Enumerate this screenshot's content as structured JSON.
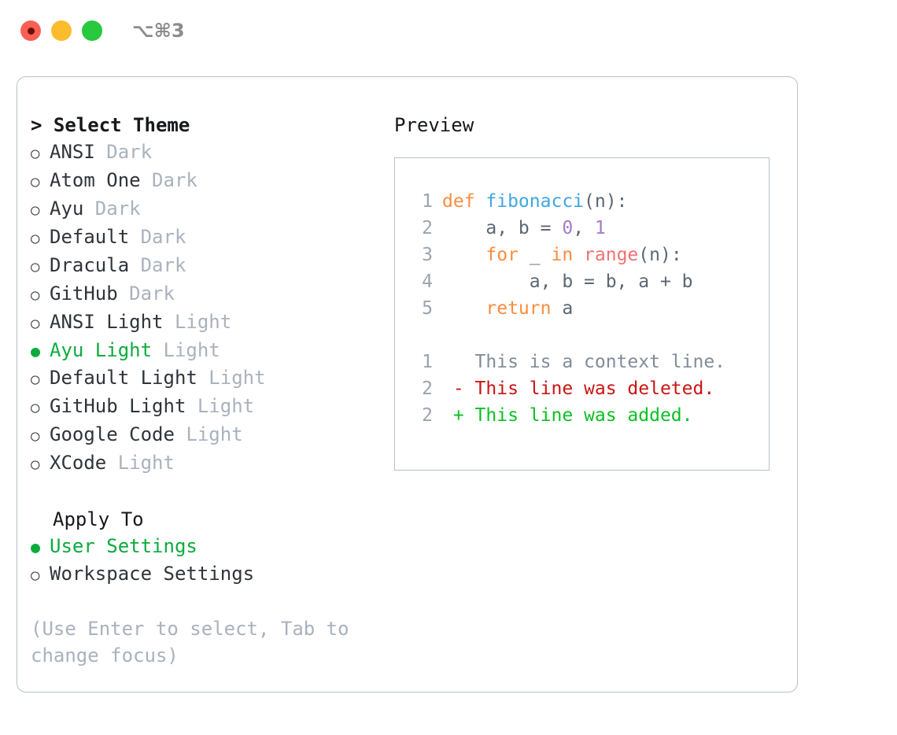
{
  "titlebar": {
    "shortcut": "⌥⌘3",
    "buttons": [
      {
        "name": "close",
        "color": "#fa5f55"
      },
      {
        "name": "minimize",
        "color": "#fdbc2e"
      },
      {
        "name": "maximize",
        "color": "#28c83f"
      }
    ]
  },
  "theme_list": {
    "prompt": ">",
    "title": "Select Theme",
    "marker_unselected": "○",
    "marker_selected": "●",
    "items": [
      {
        "name": "ANSI",
        "variant": "Dark",
        "selected": false
      },
      {
        "name": "Atom One",
        "variant": "Dark",
        "selected": false
      },
      {
        "name": "Ayu",
        "variant": "Dark",
        "selected": false
      },
      {
        "name": "Default",
        "variant": "Dark",
        "selected": false
      },
      {
        "name": "Dracula",
        "variant": "Dark",
        "selected": false
      },
      {
        "name": "GitHub",
        "variant": "Dark",
        "selected": false
      },
      {
        "name": "ANSI Light",
        "variant": "Light",
        "selected": false
      },
      {
        "name": "Ayu Light",
        "variant": "Light",
        "selected": true
      },
      {
        "name": "Default Light",
        "variant": "Light",
        "selected": false
      },
      {
        "name": "GitHub Light",
        "variant": "Light",
        "selected": false
      },
      {
        "name": "Google Code",
        "variant": "Light",
        "selected": false
      },
      {
        "name": "XCode",
        "variant": "Light",
        "selected": false
      }
    ]
  },
  "apply_to": {
    "title": "Apply To",
    "items": [
      {
        "name": "User Settings",
        "selected": true
      },
      {
        "name": "Workspace Settings",
        "selected": false
      }
    ]
  },
  "hint": "(Use Enter to select, Tab to change focus)",
  "preview": {
    "label": "Preview",
    "code_lines": [
      {
        "number": "1",
        "tokens": [
          {
            "text": "def ",
            "type": "kw"
          },
          {
            "text": "fibonacci",
            "type": "fn"
          },
          {
            "text": "(n):",
            "type": "punct"
          }
        ]
      },
      {
        "number": "2",
        "tokens": [
          {
            "text": "    a, b = ",
            "type": "plain"
          },
          {
            "text": "0",
            "type": "num"
          },
          {
            "text": ", ",
            "type": "plain"
          },
          {
            "text": "1",
            "type": "num"
          }
        ]
      },
      {
        "number": "3",
        "tokens": [
          {
            "text": "    ",
            "type": "plain"
          },
          {
            "text": "for",
            "type": "kw"
          },
          {
            "text": " _ ",
            "type": "plain"
          },
          {
            "text": "in",
            "type": "kw"
          },
          {
            "text": " ",
            "type": "plain"
          },
          {
            "text": "range",
            "type": "call"
          },
          {
            "text": "(n):",
            "type": "punct"
          }
        ]
      },
      {
        "number": "4",
        "tokens": [
          {
            "text": "        a, b = b, a + b",
            "type": "plain"
          }
        ]
      },
      {
        "number": "5",
        "tokens": [
          {
            "text": "    ",
            "type": "plain"
          },
          {
            "text": "return",
            "type": "kw"
          },
          {
            "text": " a",
            "type": "plain"
          }
        ]
      }
    ],
    "diff_lines": [
      {
        "number": "1",
        "marker": " ",
        "text": " This is a context line.",
        "type": "ctx"
      },
      {
        "number": "2",
        "marker": "-",
        "text": " This line was deleted.",
        "type": "del"
      },
      {
        "number": "2",
        "marker": "+",
        "text": " This line was added.",
        "type": "add"
      }
    ]
  },
  "colors": {
    "accent_green": "#0cab3c",
    "muted": "#a9b2bd",
    "text": "#2f343b",
    "border": "#b9c0cc",
    "kw_orange": "#fa8d3e",
    "fn_blue": "#3fa7e0",
    "num_purple": "#a37acc",
    "call_red": "#f07171",
    "diff_del": "#cc1414",
    "diff_add": "#0cc024"
  }
}
